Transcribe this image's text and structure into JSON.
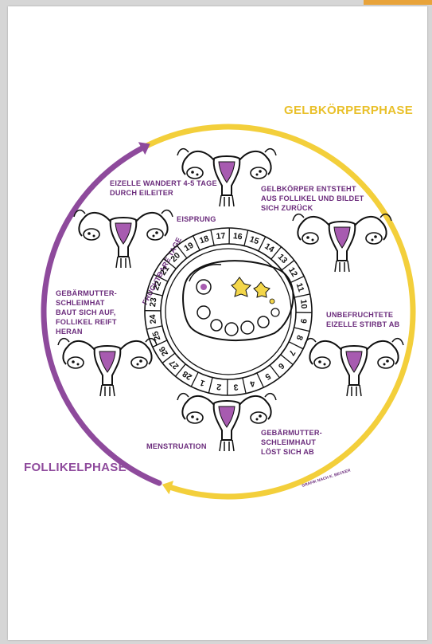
{
  "phases": {
    "luteal": "GELBKÖRPERPHASE",
    "follicular": "FOLLIKELPHASE"
  },
  "annotations": {
    "egg_travels_1": "EIZELLE WANDERT 4-5 TAGE",
    "egg_travels_2": "DURCH EILEITER",
    "corpus_1": "GELBKÖRPER ENTSTEHT",
    "corpus_2": "AUS FOLLIKEL UND BILDET",
    "corpus_3": "SICH ZURÜCK",
    "ovulation": "EISPRUNG",
    "lining_builds_1": "GEBÄRMUTTER-",
    "lining_builds_2": "SCHLEIMHAT",
    "lining_builds_3": "BAUT SICH AUF,",
    "lining_builds_4": "FOLLIKEL REIFT",
    "lining_builds_5": "HERAN",
    "unfertilized_1": "UNBEFRUCHTETE",
    "unfertilized_2": "EIZELLE STIRBT AB",
    "shedding_1": "GEBÄRMUTTER-",
    "shedding_2": "SCHLEIMHAUT",
    "shedding_3": "LÖST SICH AB",
    "menstruation": "MENSTRUATION",
    "fertile_days": "FRUCHTBARE TAGE",
    "credit": "GRAFIK NACH K. BECKER"
  },
  "days": [
    "1",
    "2",
    "3",
    "4",
    "5",
    "6",
    "7",
    "8",
    "9",
    "10",
    "11",
    "12",
    "13",
    "14",
    "15",
    "16",
    "17",
    "18",
    "19",
    "20",
    "21",
    "22",
    "23",
    "24",
    "25",
    "26",
    "27",
    "28"
  ],
  "colors": {
    "luteal": "#f3cf3b",
    "follicular": "#8e4a9c",
    "text": "#6b2c7c"
  }
}
